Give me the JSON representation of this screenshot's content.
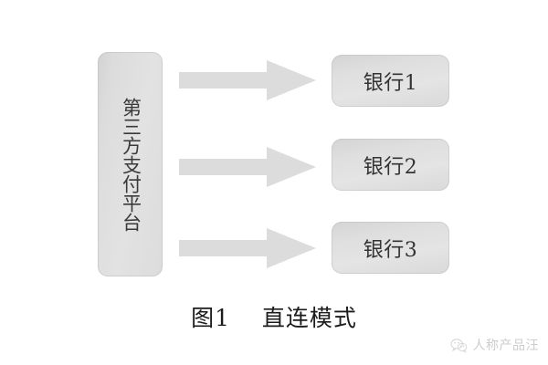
{
  "figure": {
    "caption_number": "图1",
    "caption_title": "直连模式",
    "platform": {
      "label": "第三方支付平台",
      "orientation": "vertical"
    },
    "banks": [
      {
        "label": "银行1"
      },
      {
        "label": "银行2"
      },
      {
        "label": "银行3"
      }
    ],
    "arrows": [
      {
        "name": "arrow-to-bank-1",
        "direction": "right"
      },
      {
        "name": "arrow-to-bank-2",
        "direction": "right"
      },
      {
        "name": "arrow-to-bank-3",
        "direction": "right"
      }
    ]
  },
  "watermark": {
    "icon": "wechat-icon",
    "text": "人称产品汪"
  },
  "colors": {
    "background": "#ffffff",
    "box_fill": "#dedede",
    "box_fill_light": "#e4e4e4",
    "box_border": "#bebebe",
    "arrow_fill": "#dcdcdc",
    "text": "#333333",
    "caption_text": "#1c1c1c",
    "watermark_text": "#5a5a5a"
  }
}
